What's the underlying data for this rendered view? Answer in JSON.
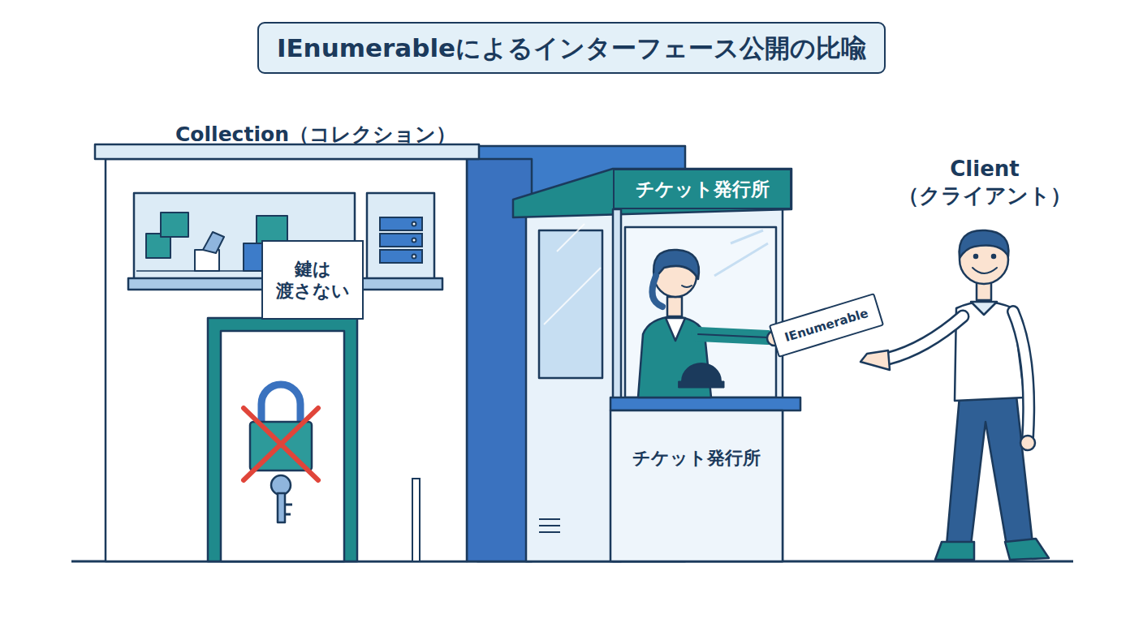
{
  "diagram": {
    "title": "IEnumerableによるインターフェース公開の比喩",
    "nodes": [
      {
        "text": [
          "Collection（コレクション）"
        ]
      },
      {
        "text": [
          "鍵は 渡さない"
        ],
        "in": 0
      },
      {
        "text": [
          "チケット発行所"
        ]
      },
      {
        "text": [
          "チケット発行所"
        ]
      },
      {
        "text": [
          "IEnumerable"
        ]
      }
    ],
    "labels": [
      "Client （クライアント）"
    ]
  }
}
